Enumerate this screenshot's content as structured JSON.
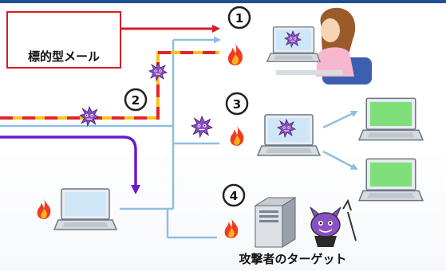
{
  "mail_label": "標的型メール",
  "target_label": "攻撃者のターゲット",
  "steps": [
    "1",
    "2",
    "3",
    "4"
  ],
  "colors": {
    "mail_border": "#d81c28",
    "dashed_red": "#e2252b",
    "dashed_yellow": "#f5c518",
    "link_line": "#8fbfe0",
    "purple_arrow": "#6a1bc9",
    "virus": "#8b4fc4",
    "fire": "#ef3b1f",
    "screen_green": "#7fe07a",
    "screen_purple": "#8e7cd8"
  },
  "icons": [
    "envelope-icon",
    "virus-icon",
    "fire-icon",
    "laptop-icon",
    "server-icon",
    "devil-icon",
    "office-worker-icon"
  ]
}
